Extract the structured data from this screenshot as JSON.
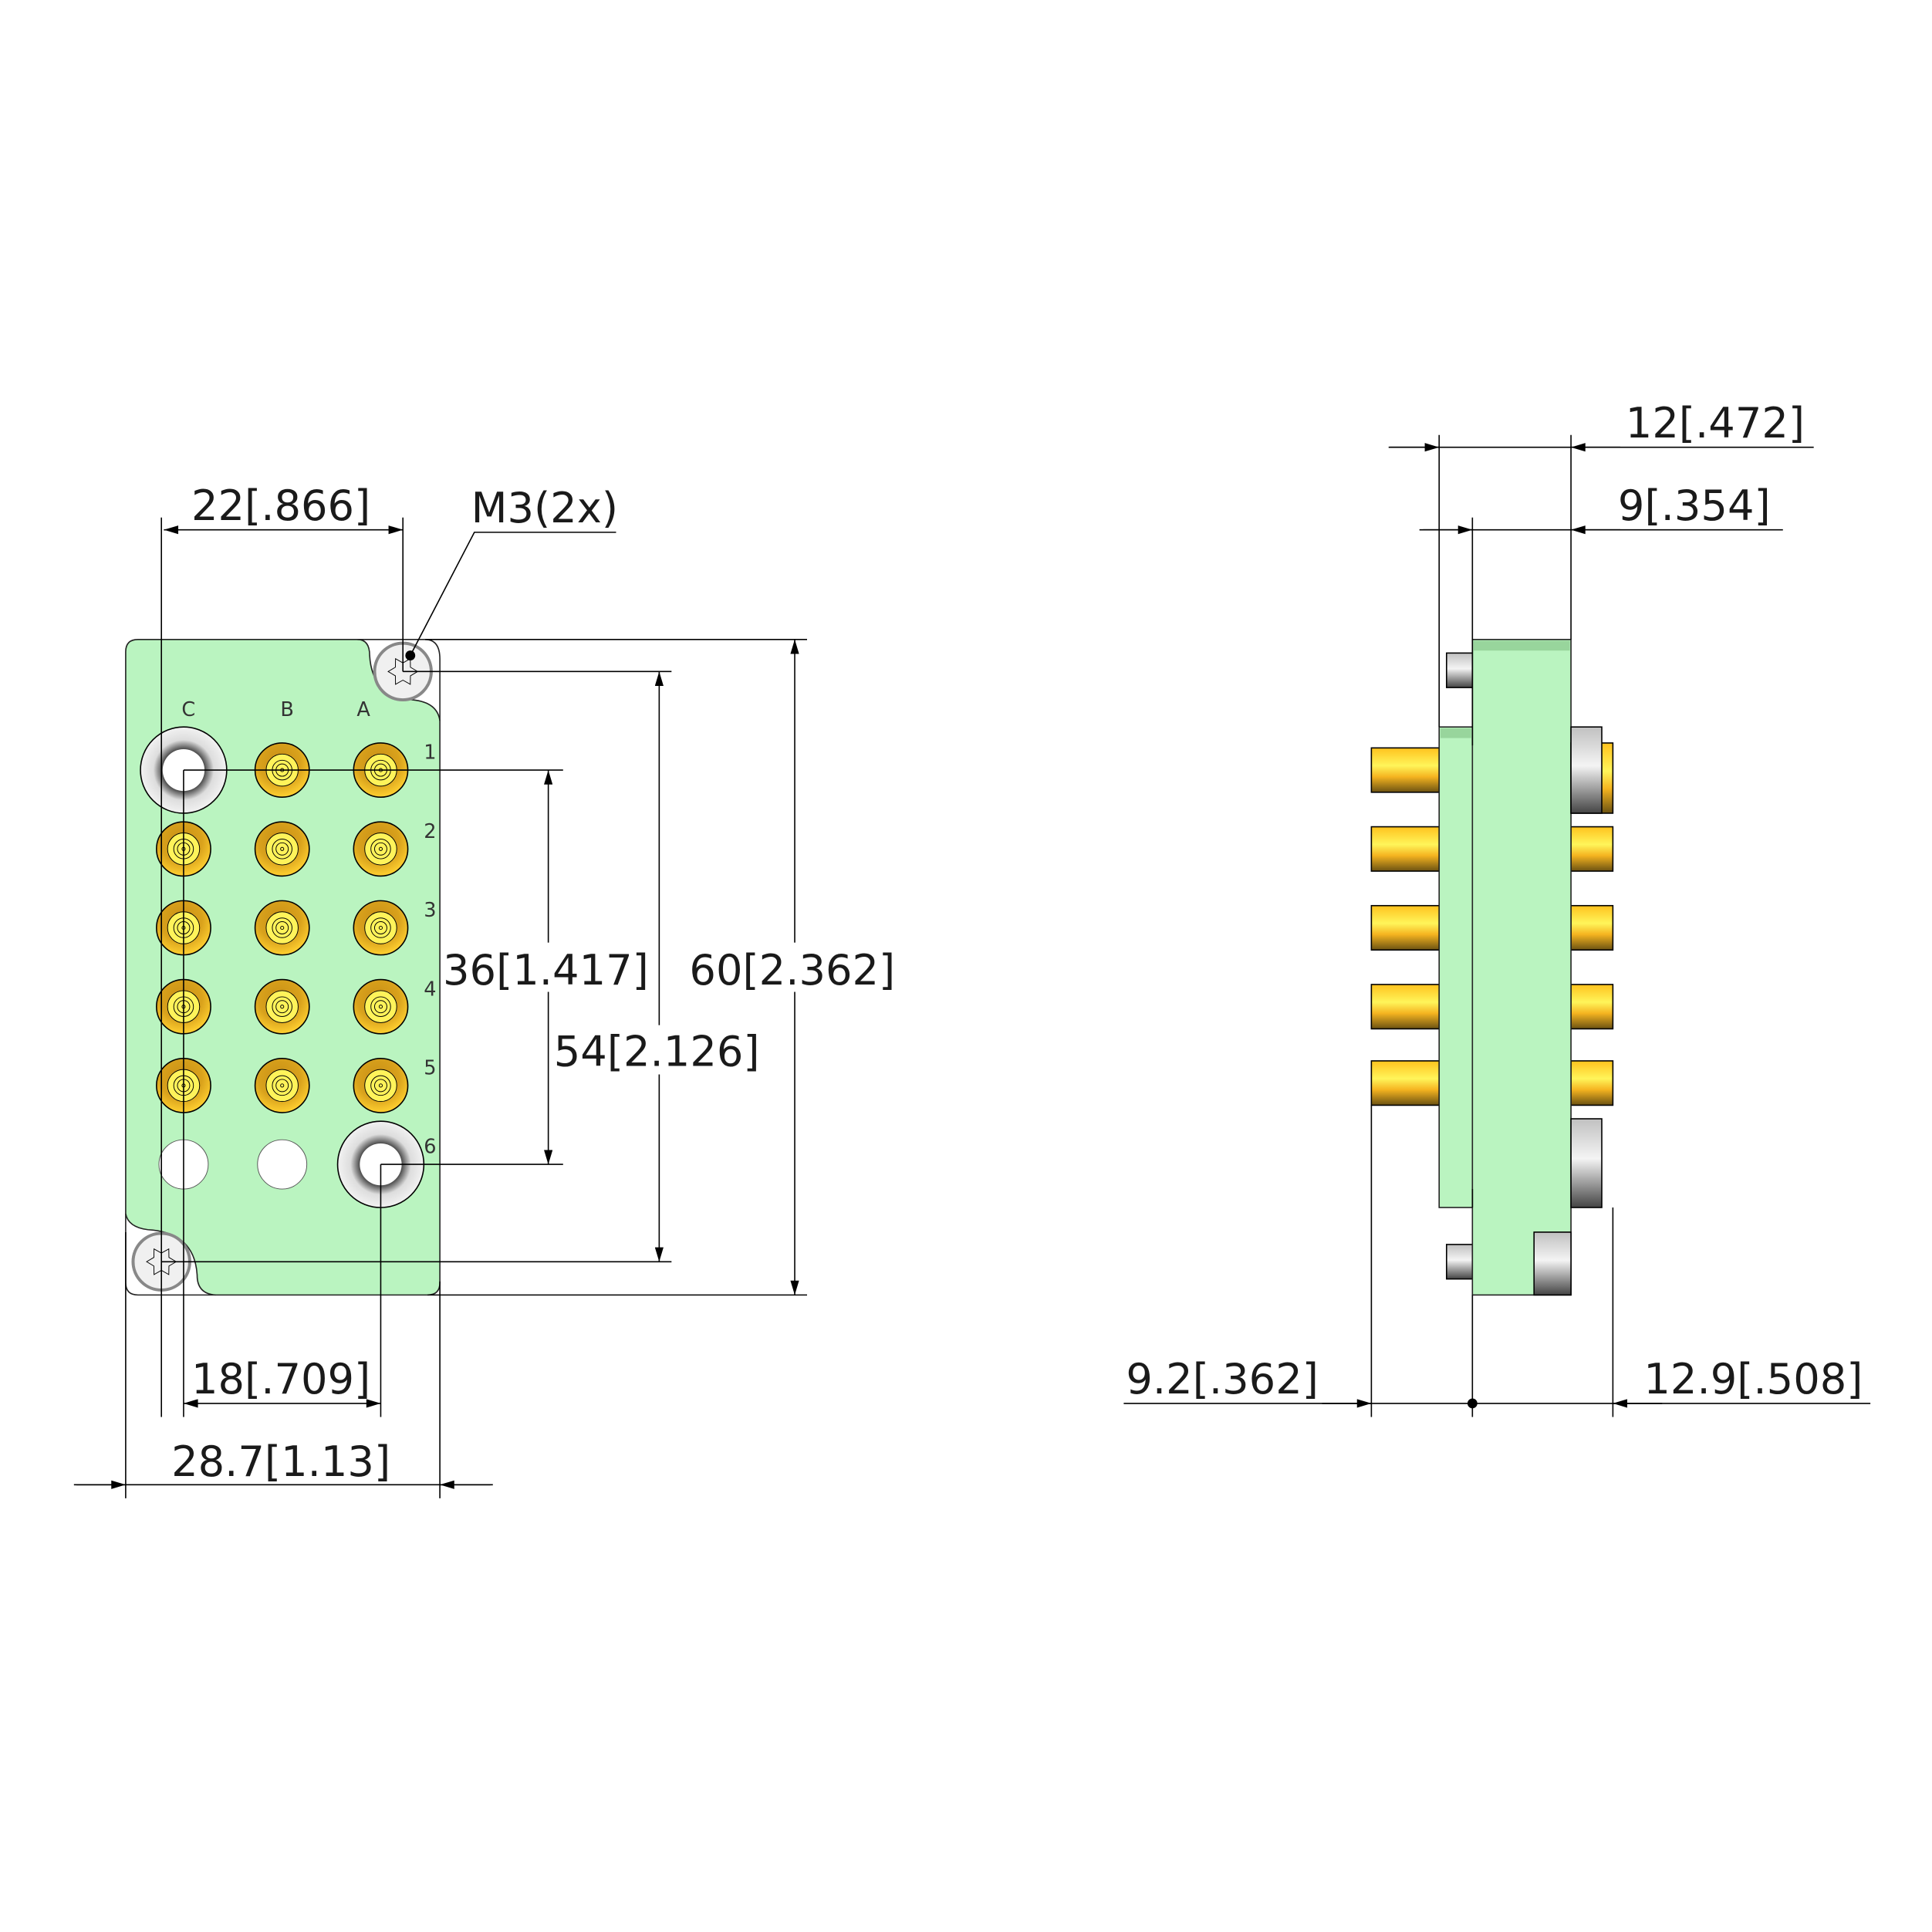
{
  "drawing": {
    "front_view": {
      "column_labels": [
        "C",
        "B",
        "A"
      ],
      "row_labels": [
        "1",
        "2",
        "3",
        "4",
        "5",
        "6"
      ],
      "callout_thread": "M3(2x)",
      "dims": {
        "top_width": "22[.866]",
        "pitch_vertical": "36[1.417]",
        "screw_spacing": "54[2.126]",
        "overall_height": "60[2.362]",
        "pin_span": "18[.709]",
        "overall_width": "28.7[1.13]"
      }
    },
    "side_view": {
      "dims": {
        "total_depth": "12[.472]",
        "body_depth": "9[.354]",
        "pin_left": "9.2[.362]",
        "pin_right": "12.9[.508]"
      }
    },
    "colors": {
      "body": "#baf4c0",
      "gold": "#f5c21e",
      "gold_tip": "#fff35a",
      "metal": "#c8c8c8"
    }
  }
}
